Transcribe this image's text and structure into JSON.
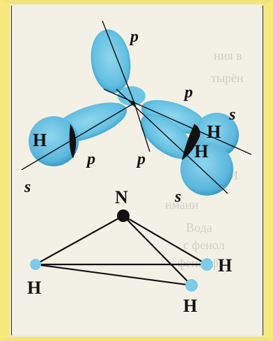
{
  "orbital_diagram": {
    "p_top": "p",
    "p_mid_upper": "p",
    "p_left_bottom": "p",
    "p_center_bottom": "p",
    "s_left": "s",
    "s_right_upper": "s",
    "s_right_lower": "s",
    "H_left": "H",
    "H_right_upper": "H",
    "H_right_lower": "H"
  },
  "molecule": {
    "N": "N",
    "H_left": "H",
    "H_right": "H",
    "H_bottom": "H"
  },
  "colors": {
    "orbital": "#6cc6e6",
    "orbital_dark": "#2d8fb8",
    "atom_N": "#111111",
    "atom_H": "#7dcbe6",
    "frame": "#f6e97e"
  }
}
